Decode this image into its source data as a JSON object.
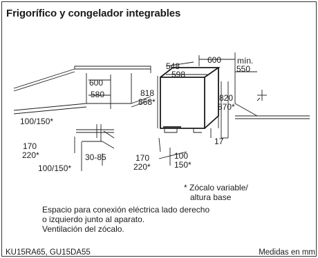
{
  "title": "Frigorífico y congelador integrables",
  "dimensions": {
    "d600_left": "600",
    "d580": "580",
    "d100_150a": "100/150*",
    "d170_220a": "170",
    "d220a": "220*",
    "d30_85": "30-85",
    "d100_150b": "100/150*",
    "d818": "818",
    "d868": "868*",
    "d548": "548",
    "d598": "598",
    "d600_right": "600",
    "min": "mín.",
    "d550": "550",
    "d820": "820",
    "d870": "870*",
    "d17": "17",
    "d170b": "170",
    "d220b": "220*",
    "d100b": "100",
    "d150b": "150*"
  },
  "note_zocalo": [
    "* Zócalo variable/",
    "altura base"
  ],
  "note_conexion": [
    "Espacio para conexión eléctrica lado derecho",
    "o izquierdo junto al aparato.",
    "Ventilación del zócalo."
  ],
  "models": "KU15RA65, GU15DA55",
  "units": "Medidas en mm"
}
